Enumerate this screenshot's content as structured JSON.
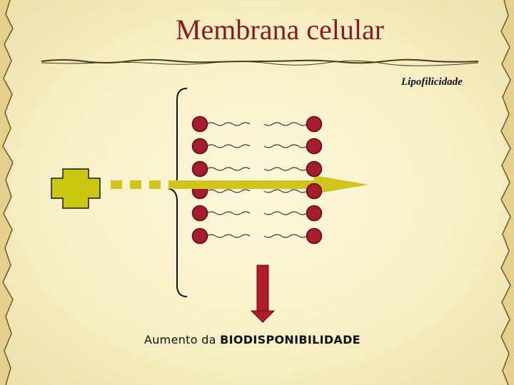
{
  "title": "Membrana celular",
  "label": "Lipofilicidade",
  "caption": {
    "prefix": "Aumento da ",
    "emphasis": "BIODISPONIBILIDADE"
  },
  "colors": {
    "title": "#8b1a1a",
    "lipid_head": "#a51c2e",
    "molecule": "#c9c70f",
    "arrow": "#cfc51d",
    "down_arrow": "#b01c2c"
  },
  "icons": {
    "molecule": "cross-shape-icon",
    "flow": "dashed-arrow-right-icon",
    "result": "arrow-down-icon",
    "bracket": "curly-brace-icon"
  }
}
